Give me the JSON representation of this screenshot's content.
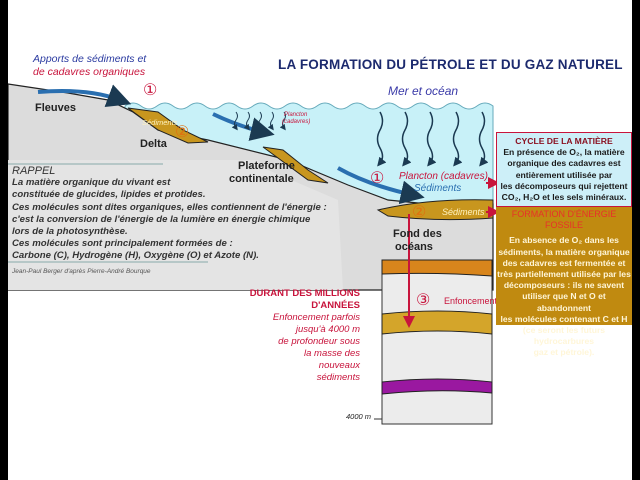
{
  "title": "LA FORMATION DU PÉTROLE ET DU GAZ NATUREL",
  "apports": {
    "line1": "Apports de sédiments et",
    "line2": "de cadavres organiques"
  },
  "labels": {
    "fleuves": "Fleuves",
    "delta": "Delta",
    "sediments_delta": "Sédiments",
    "plancton_small": "Plancton",
    "cadavres_small": "(cadavres)",
    "plateforme": "Plateforme",
    "continentale": "continentale",
    "mer": "Mer et océan",
    "plancton": "Plancton (cadavres)",
    "sediments_blue": "Sédiments",
    "sediments_ocean": "Sédiments",
    "fond1": "Fond des",
    "fond2": "océans",
    "enfoncement": "Enfoncement",
    "depth": "4000 m"
  },
  "numbers": {
    "n1": "①",
    "n2": "②",
    "n3": "③"
  },
  "rappel": {
    "heading": "RAPPEL",
    "lines": [
      "La matière organique du vivant est",
      "constituée de glucides, lipides et protides.",
      "Ces molécules sont dites organiques, elles contiennent de l'énergie :",
      "c'est la conversion de l'énergie de la lumière en énergie chimique",
      "lors de la photosynthèse.",
      "Ces molécules sont principalement formées de :",
      "Carbone (C), Hydrogène (H), Oxygène (O) et Azote (N)."
    ],
    "credit": "Jean-Paul Berger d'après Pierre-André Bourque"
  },
  "durant": {
    "heading1": "DURANT DES MILLIONS",
    "heading2": "D'ANNÉES",
    "lines": [
      "Enfoncement parfois",
      "jusqu'à 4000 m",
      "de profondeur sous",
      "la masse des",
      "nouveaux",
      "sédiments"
    ]
  },
  "cycle": {
    "heading": "CYCLE DE LA MATIÈRE",
    "lines": [
      "En présence de O₂, la matière",
      "organique des cadavres est",
      "entièrement utilisée par",
      "les décomposeurs qui rejettent",
      "CO₂, H₂O et les sels minéraux."
    ]
  },
  "fossile": {
    "heading": "FORMATION D'ÉNERGIE FOSSILE",
    "lines": [
      "En absence de O₂ dans les",
      "sédiments, la matière organique",
      "des cadavres est fermentée et",
      "très partiellement utilisée par les",
      "décomposeurs : ils ne savent",
      "utiliser que N et O et abandonnent",
      "les molécules contenant C et H",
      "(ce seront les futurs hydrocarbures",
      "gaz et pétrole)."
    ]
  },
  "colors": {
    "water": "#c8f1f8",
    "land": "#dcdcdc",
    "sediment": "#c8961e",
    "red": "#c8143c",
    "blue": "#2a6fb0",
    "cycle_bg": "#cdeff8",
    "fossile_bg": "#c08a10"
  }
}
